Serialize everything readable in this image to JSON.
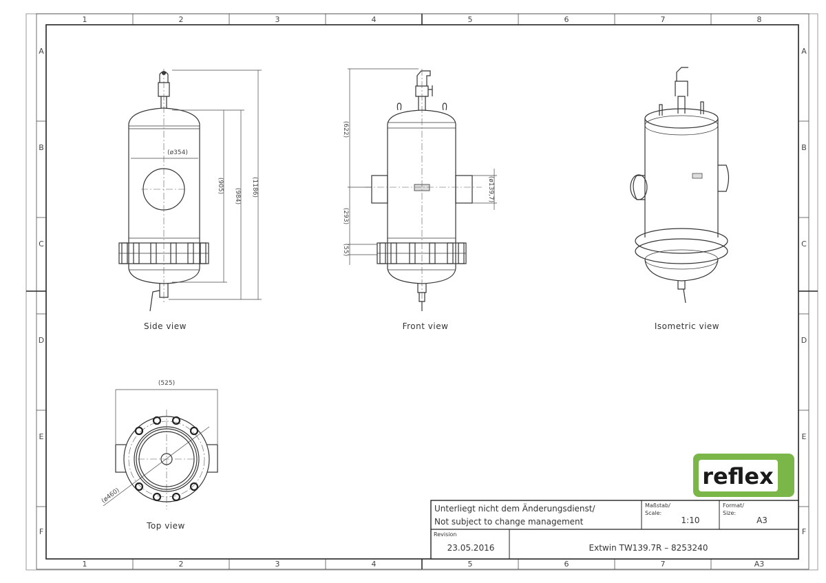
{
  "grid": {
    "columns": [
      "1",
      "2",
      "3",
      "4",
      "5",
      "6",
      "7",
      "8"
    ],
    "bottom_columns": [
      "1",
      "2",
      "3",
      "4",
      "5",
      "6",
      "7",
      "A3"
    ],
    "rows": [
      "A",
      "B",
      "C",
      "D",
      "E",
      "F"
    ]
  },
  "views": {
    "side": {
      "label": "Side view",
      "dims": {
        "diameter": "(ø354)",
        "h1": "(905)",
        "h2": "(984)",
        "h3": "(1186)"
      }
    },
    "front": {
      "label": "Front view",
      "dims": {
        "top": "(622)",
        "mid": "(293)",
        "flange": "(55)",
        "nozzle": "(ø139,7)"
      }
    },
    "isometric": {
      "label": "Isometric view"
    },
    "top": {
      "label": "Top view",
      "dims": {
        "width": "(525)",
        "diameter": "(ø460)"
      }
    }
  },
  "logo": {
    "text": "reflex",
    "color": "#7ab648"
  },
  "title_block": {
    "note_de": "Unterliegt nicht dem Änderungsdienst/",
    "note_en": "Not subject to change management",
    "scale_label_de": "Maßstab/",
    "scale_label_en": "Scale:",
    "scale_value": "1:10",
    "format_label_de": "Format/",
    "format_label_en": "Size:",
    "format_value": "A3",
    "revision_label": "Revision",
    "revision_date": "23.05.2016",
    "drawing_title": "Extwin TW139.7R – 8253240"
  }
}
